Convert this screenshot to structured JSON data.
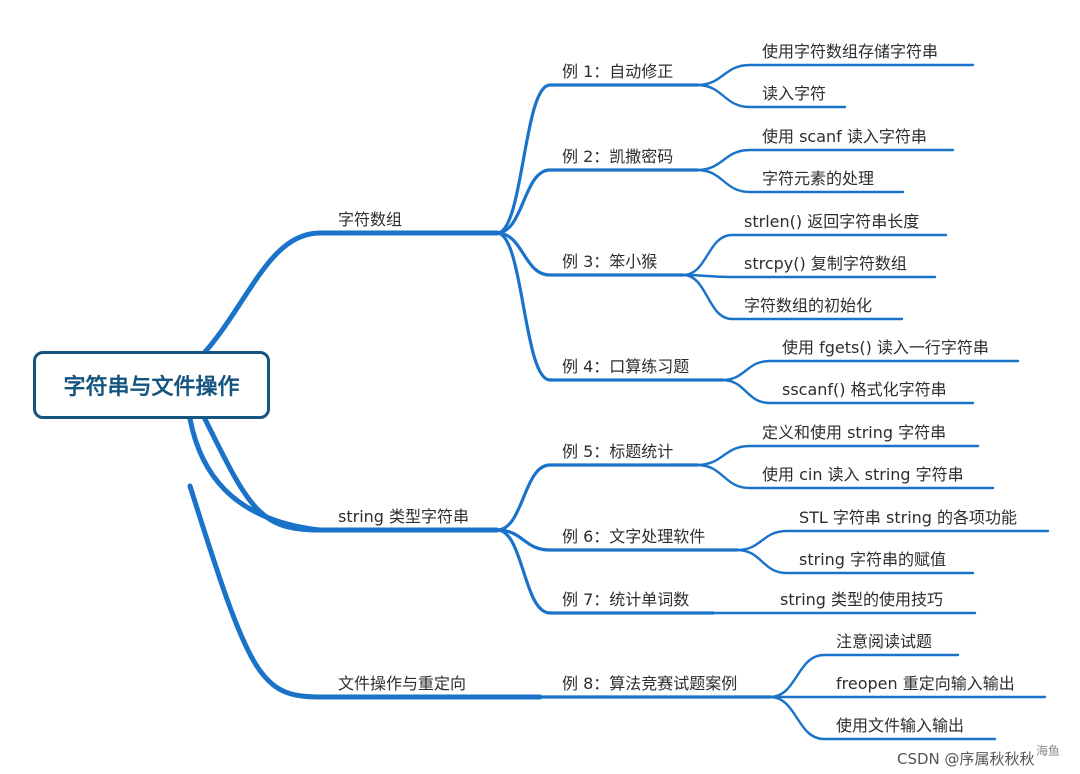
{
  "root": "字符串与文件操作",
  "sections": [
    {
      "label": "字符数组",
      "examples": [
        {
          "label": "例 1：自动修正",
          "items": [
            "使用字符数组存储字符串",
            "读入字符"
          ]
        },
        {
          "label": "例 2：凯撒密码",
          "items": [
            "使用 scanf 读入字符串",
            "字符元素的处理"
          ]
        },
        {
          "label": "例 3：笨小猴",
          "items": [
            "strlen() 返回字符串长度",
            "strcpy() 复制字符数组",
            "字符数组的初始化"
          ]
        },
        {
          "label": "例 4：口算练习题",
          "items": [
            "使用 fgets() 读入一行字符串",
            "sscanf() 格式化字符串"
          ]
        }
      ]
    },
    {
      "label": "string 类型字符串",
      "examples": [
        {
          "label": "例 5：标题统计",
          "items": [
            "定义和使用 string 字符串",
            "使用 cin 读入 string 字符串"
          ]
        },
        {
          "label": "例 6：文字处理软件",
          "items": [
            "STL 字符串 string 的各项功能",
            "string 字符串的赋值"
          ]
        },
        {
          "label": "例 7：统计单词数",
          "items": [
            "string 类型的使用技巧"
          ]
        }
      ]
    },
    {
      "label": "文件操作与重定向",
      "examples": [
        {
          "label": "例 8：算法竞赛试题案例",
          "items": [
            "注意阅读试题",
            "freopen 重定向输入输出",
            "使用文件输入输出"
          ]
        }
      ]
    }
  ],
  "watermark": "CSDN @序属秋秋秋",
  "watermark_small": "海鱼"
}
